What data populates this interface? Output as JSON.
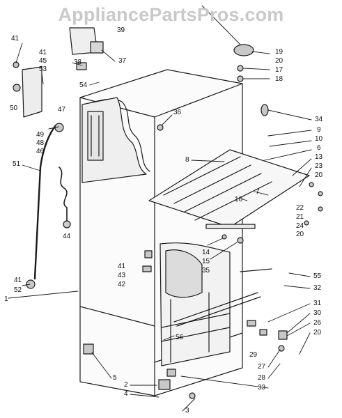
{
  "watermark": "AppliancePartsPros.com",
  "part_numbers": {
    "n1": "1",
    "n2": "2",
    "n3": "3",
    "n4": "4",
    "n5": "5",
    "n6": "6",
    "n7": "7",
    "n8": "8",
    "n9": "9",
    "n10": "10",
    "n13": "13",
    "n14": "14",
    "n15": "15",
    "n17": "17",
    "n18": "18",
    "n19": "19",
    "n20": "20",
    "n21": "21",
    "n22": "22",
    "n23": "23",
    "n24": "24",
    "n26": "26",
    "n27": "27",
    "n28": "28",
    "n29": "29",
    "n30": "30",
    "n31": "31",
    "n32": "32",
    "n33": "33",
    "n34": "34",
    "n35": "35",
    "n36": "36",
    "n37": "37",
    "n38": "38",
    "n39": "39",
    "n41": "41",
    "n42": "42",
    "n43": "43",
    "n44": "44",
    "n45": "45",
    "n46": "46",
    "n47": "47",
    "n48": "48",
    "n49": "49",
    "n50": "50",
    "n51": "51",
    "n52": "52",
    "n53": "53",
    "n54": "54",
    "n55": "55",
    "n56": "56"
  }
}
